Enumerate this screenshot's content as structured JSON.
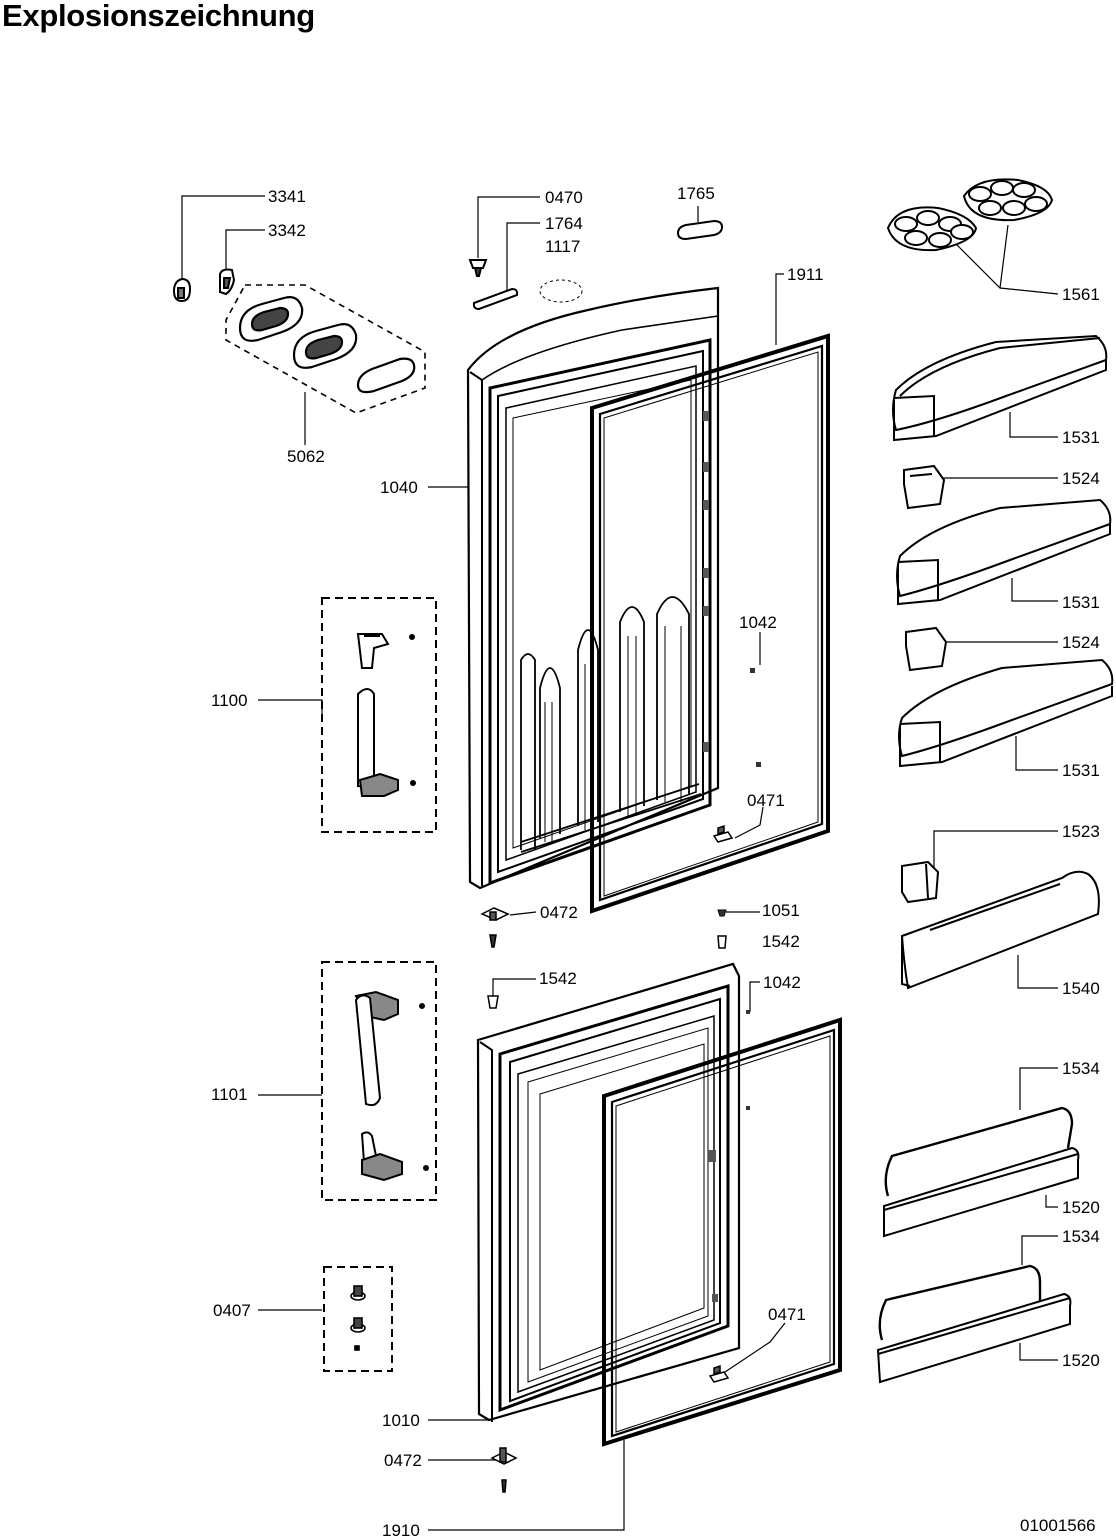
{
  "title": "Explosionszeichnung",
  "document_number": "01001566",
  "part_labels": {
    "p3341": "3341",
    "p3342": "3342",
    "p5062": "5062",
    "p0470": "0470",
    "p1764": "1764",
    "p1117": "1117",
    "p1765": "1765",
    "p1911": "1911",
    "p1561": "1561",
    "p1531a": "1531",
    "p1524a": "1524",
    "p1531b": "1531",
    "p1524b": "1524",
    "p1531c": "1531",
    "p1523": "1523",
    "p1540": "1540",
    "p1534a": "1534",
    "p1520a": "1520",
    "p1534b": "1534",
    "p1520b": "1520",
    "p1040": "1040",
    "p1100": "1100",
    "p1042a": "1042",
    "p0471a": "0471",
    "p0472a": "0472",
    "p1051": "1051",
    "p1542a": "1542",
    "p1542b": "1542",
    "p1042b": "1042",
    "p1101": "1101",
    "p0407": "0407",
    "p0471b": "0471",
    "p1010": "1010",
    "p0472b": "0472",
    "p1910": "1910"
  }
}
